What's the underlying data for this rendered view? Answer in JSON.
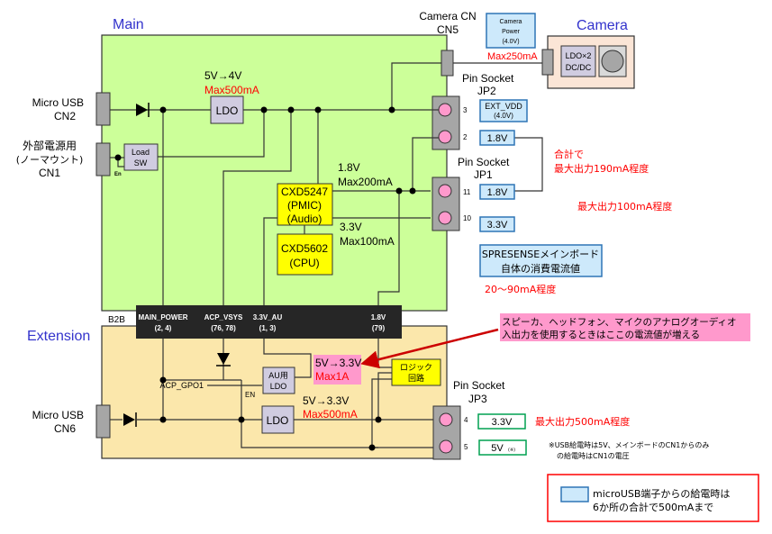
{
  "sections": {
    "main_title": "Main",
    "extension_title": "Extension",
    "camera_title": "Camera",
    "b2b_label": "B2B"
  },
  "colors": {
    "main_board": "#ccff99",
    "extension_board": "#fbe7ab",
    "camera_board": "#fbe5d6",
    "chip_yellow": "#ffff00",
    "ldo_purple": "#d0cce0",
    "info_blue_fill": "#cde9fb",
    "info_blue_border": "#2e75b6",
    "pin_pink": "#ff99cc",
    "annotation_pink": "#ff99cc",
    "red_text": "#ff0000",
    "title_blue": "#3333cc",
    "b2b_bar": "#262626",
    "green_border": "#00a050"
  },
  "connectors": {
    "cn2": {
      "line1": "Micro USB",
      "line2": "CN2"
    },
    "cn1": {
      "line1": "外部電源用",
      "line2": "(ノーマウント)",
      "line3": "CN1"
    },
    "cn5": {
      "line1": "Camera CN",
      "line2": "CN5"
    },
    "cn6": {
      "line1": "Micro USB",
      "line2": "CN6"
    },
    "jp2": {
      "line1": "Pin Socket",
      "line2": "JP2",
      "pins": [
        "3",
        "2"
      ]
    },
    "jp1": {
      "line1": "Pin Socket",
      "line2": "JP1",
      "pins": [
        "11",
        "10"
      ]
    },
    "jp3": {
      "line1": "Pin Socket",
      "line2": "JP3",
      "pins": [
        "4",
        "5"
      ]
    }
  },
  "main": {
    "ldo": {
      "label": "LDO",
      "conv": "5V→4V",
      "max": "Max500mA"
    },
    "load_sw": {
      "line1": "Load",
      "line2": "SW",
      "en": "En"
    },
    "pmic": {
      "line1": "CXD5247",
      "line2": "(PMIC)",
      "line3": "(Audio)"
    },
    "cpu": {
      "line1": "CXD5602",
      "line2": "(CPU)"
    },
    "rail_18": {
      "v": "1.8V",
      "max": "Max200mA"
    },
    "rail_33": {
      "v": "3.3V",
      "max": "Max100mA"
    }
  },
  "camera": {
    "power_box": {
      "line1": "Camera",
      "line2": "Power",
      "line3": "(4.0V)"
    },
    "max": "Max250mA",
    "ldo_box": {
      "line1": "LDO×2",
      "line2": "DC/DC"
    }
  },
  "outputs": {
    "ext_vdd": {
      "line1": "EXT_VDD",
      "line2": "(4.0V)"
    },
    "jp2_pin2": "1.8V",
    "jp1_pin11": "1.8V",
    "jp1_pin10": "3.3V",
    "jp3_pin4": "3.3V",
    "jp3_pin5": "5V",
    "jp3_pin5_note": "(※)"
  },
  "notes": {
    "combined_1": "合計で",
    "combined_2": "最大出力190mA程度",
    "max_100": "最大出力100mA程度",
    "main_consumption_1": "SPRESENSEメインボード",
    "main_consumption_2": "自体の消費電流値",
    "main_consumption_range": "20～90mA程度",
    "audio_1": "スピーカ、ヘッドフォン、マイクのアナログオーディオ",
    "audio_2": "入出力を使用するときはここの電流値が増える",
    "max_500": "最大出力500mA程度",
    "usb_note_1": "※USB給電時は5V、メインボードのCN1からのみ",
    "usb_note_2": "の給電時はCN1の電圧",
    "legend_1": "microUSB端子からの給電時は",
    "legend_2": "6か所の合計で500mAまで"
  },
  "b2b": {
    "main_power": {
      "name": "MAIN_POWER",
      "pins": "(2, 4)"
    },
    "acp_vsys": {
      "name": "ACP_VSYS",
      "pins": "(76, 78)"
    },
    "v33_au": {
      "name": "3.3V_AU",
      "pins": "(1, 3)"
    },
    "v18": {
      "name": "1.8V",
      "pins": "(79)"
    }
  },
  "extension": {
    "acp_gpo1": "ACP_GPO1",
    "au_ldo": {
      "line1": "AU用",
      "line2": "LDO",
      "en": "EN"
    },
    "au_rail": {
      "conv": "5V→3.3V",
      "max": "Max1A"
    },
    "ldo": {
      "label": "LDO",
      "conv": "5V→3.3V",
      "max": "Max500mA"
    },
    "logic": {
      "line1": "ロジック",
      "line2": "回路"
    }
  }
}
